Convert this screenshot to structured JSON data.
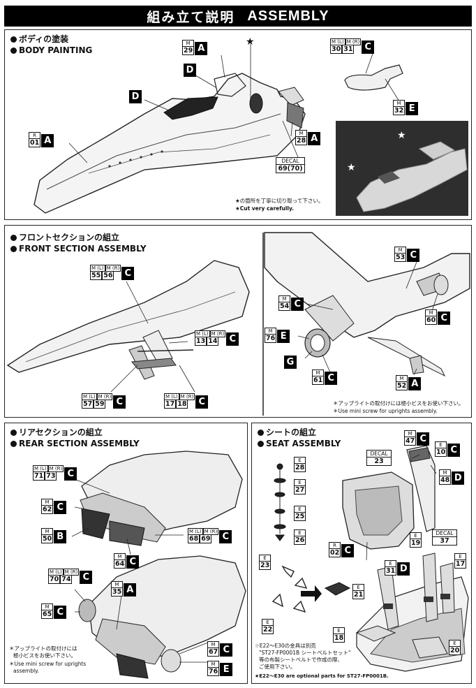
{
  "header": {
    "title_jp": "組み立て説明",
    "title_en": "ASSEMBLY"
  },
  "body_painting": {
    "title_jp": "ボディの塗装",
    "title_en": "BODY PAINTING",
    "labels": {
      "m29": {
        "top": [
          "M"
        ],
        "num": [
          "29"
        ],
        "letter": "A"
      },
      "r01": {
        "top": [
          "R"
        ],
        "num": [
          "01"
        ],
        "letter": "A"
      },
      "m28": {
        "top": [
          "M"
        ],
        "num": [
          "28"
        ],
        "letter": "A"
      },
      "ml30": {
        "top": [
          "M (L)",
          "M (R)"
        ],
        "num": [
          "30",
          "31"
        ],
        "letter": "C"
      },
      "m32": {
        "top": [
          "M"
        ],
        "num": [
          "32"
        ],
        "letter": "E"
      }
    },
    "d_label": "D",
    "decal": {
      "label": "DECAL",
      "value": "69(70)"
    },
    "note_jp": "★の箇所を丁寧に切り取って下さい。",
    "note_en": "★Cut very carefully.",
    "star": "★"
  },
  "front_section": {
    "title_jp": "フロントセクションの組立",
    "title_en": "FRONT SECTION ASSEMBLY",
    "labels": {
      "l55": {
        "top": [
          "M (L)",
          "M (R)"
        ],
        "num": [
          "55",
          "56"
        ],
        "letter": "C"
      },
      "l13": {
        "top": [
          "M (L)",
          "M (R)"
        ],
        "num": [
          "13",
          "14"
        ],
        "letter": "C"
      },
      "l57": {
        "top": [
          "M (L)",
          "M (R)"
        ],
        "num": [
          "57",
          "59"
        ],
        "letter": "C"
      },
      "l17": {
        "top": [
          "M (L)",
          "M (R)"
        ],
        "num": [
          "17",
          "18"
        ],
        "letter": "C"
      },
      "m53": {
        "top": [
          "M"
        ],
        "num": [
          "53"
        ],
        "letter": "C"
      },
      "m54": {
        "top": [
          "M"
        ],
        "num": [
          "54"
        ],
        "letter": "C"
      },
      "m76": {
        "top": [
          "M"
        ],
        "num": [
          "76"
        ],
        "letter": "E"
      },
      "m60": {
        "top": [
          "M"
        ],
        "num": [
          "60"
        ],
        "letter": "C"
      },
      "m61": {
        "top": [
          "M"
        ],
        "num": [
          "61"
        ],
        "letter": "C"
      },
      "m52": {
        "top": [
          "M"
        ],
        "num": [
          "52"
        ],
        "letter": "A"
      }
    },
    "g_label": "G",
    "note_jp": "＊アップライトの取付けには極小ビスをお使い下さい。",
    "note_en": "＊Use mini screw for uprights assembly."
  },
  "rear_section": {
    "title_jp": "リアセクションの組立",
    "title_en": "REAR SECTION ASSEMBLY",
    "labels": {
      "l71": {
        "top": [
          "M (L)",
          "M (R)"
        ],
        "num": [
          "71",
          "73"
        ],
        "letter": "C"
      },
      "m62": {
        "top": [
          "M"
        ],
        "num": [
          "62"
        ],
        "letter": "C"
      },
      "m50": {
        "top": [
          "M"
        ],
        "num": [
          "50"
        ],
        "letter": "B"
      },
      "l68": {
        "top": [
          "M (L)",
          "M (R)"
        ],
        "num": [
          "68",
          "69"
        ],
        "letter": "C"
      },
      "m64": {
        "top": [
          "M"
        ],
        "num": [
          "64"
        ],
        "letter": "C"
      },
      "l70": {
        "top": [
          "M (L)",
          "M (R)"
        ],
        "num": [
          "70",
          "74"
        ],
        "letter": "C"
      },
      "m35": {
        "top": [
          "M"
        ],
        "num": [
          "35"
        ],
        "letter": "A"
      },
      "m65": {
        "top": [
          "M"
        ],
        "num": [
          "65"
        ],
        "letter": "C"
      },
      "m67": {
        "top": [
          "M"
        ],
        "num": [
          "67"
        ],
        "letter": "C"
      },
      "m76b": {
        "top": [
          "M"
        ],
        "num": [
          "76"
        ],
        "letter": "E"
      }
    },
    "note_jp_1": "＊アップライトの取付けには",
    "note_jp_2": "極小ビスをお使い下さい。",
    "note_en_1": "＊Use mini screw for uprights",
    "note_en_2": "assembly."
  },
  "seat": {
    "title_jp": "シートの組立",
    "title_en": "SEAT ASSEMBLY",
    "labels": {
      "m47": {
        "top": [
          "M"
        ],
        "num": [
          "47"
        ],
        "letter": "C"
      },
      "e10": {
        "top": [
          "E"
        ],
        "num": [
          "10"
        ],
        "letter": "C"
      },
      "m48": {
        "top": [
          "M"
        ],
        "num": [
          "48"
        ],
        "letter": "D"
      },
      "r02": {
        "top": [
          "R"
        ],
        "num": [
          "02"
        ],
        "letter": "C"
      },
      "e31": {
        "top": [
          "E"
        ],
        "num": [
          "31"
        ],
        "letter": "D"
      }
    },
    "e_parts": {
      "e28": {
        "top": "E",
        "num": "28"
      },
      "e27": {
        "top": "E",
        "num": "27"
      },
      "e25": {
        "top": "E",
        "num": "25"
      },
      "e26": {
        "top": "E",
        "num": "26"
      },
      "e23": {
        "top": "E",
        "num": "23"
      },
      "e22": {
        "top": "E",
        "num": "22"
      },
      "e19": {
        "top": "E",
        "num": "19"
      },
      "e17": {
        "top": "E",
        "num": "17"
      },
      "e21": {
        "top": "E",
        "num": "21"
      },
      "e18": {
        "top": "E",
        "num": "18"
      },
      "e20": {
        "top": "E",
        "num": "20"
      }
    },
    "decal23": {
      "label": "DECAL",
      "value": "23"
    },
    "decal37": {
      "label": "DECAL",
      "value": "37"
    },
    "note_jp_1": "☆E22～E30の金具は別売",
    "note_jp_2": "\"ST27-FP0001B シートベルトセット\"",
    "note_jp_3": "等の布製シートベルトで作成の際、",
    "note_jp_4": "ご使用下さい。",
    "note_en": "★E22～E30 are optional parts for ST27-FP0001B."
  }
}
